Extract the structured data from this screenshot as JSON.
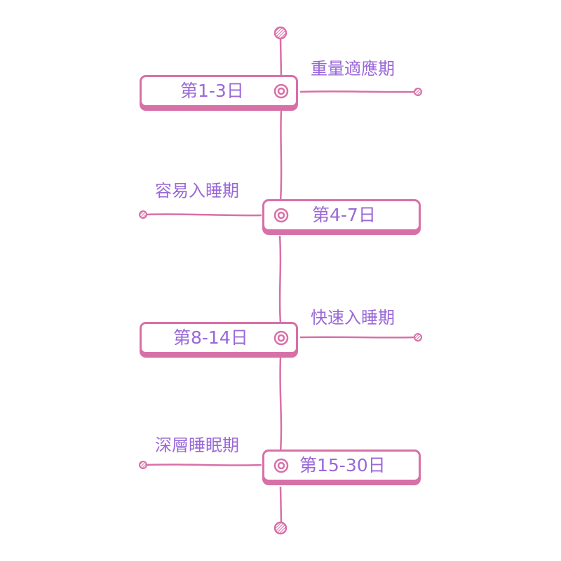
{
  "colors": {
    "line": "#d870a8",
    "text": "#9a68d8"
  },
  "timeline": [
    {
      "period": "第1-3日",
      "stage": "重量適應期",
      "side": "left"
    },
    {
      "period": "第4-7日",
      "stage": "容易入睡期",
      "side": "right"
    },
    {
      "period": "第8-14日",
      "stage": "快速入睡期",
      "side": "left"
    },
    {
      "period": "第15-30日",
      "stage": "深層睡眠期",
      "side": "right"
    }
  ]
}
